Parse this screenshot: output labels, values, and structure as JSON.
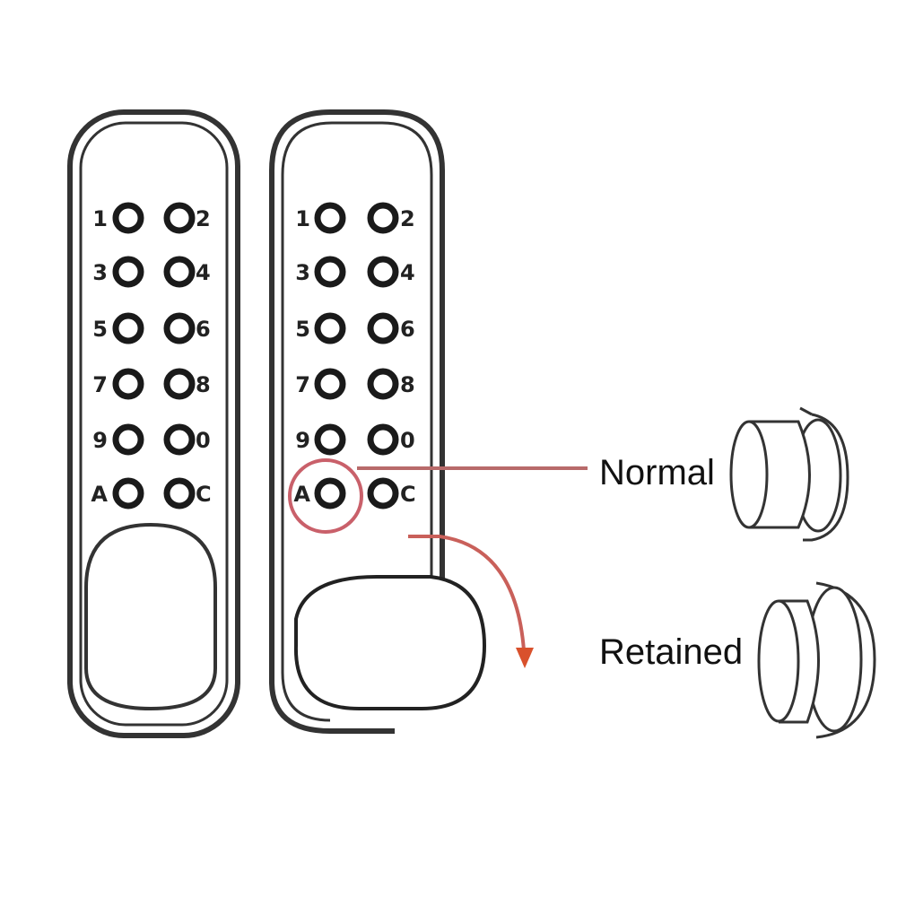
{
  "keypad_rows": [
    {
      "left": "1",
      "right": "2"
    },
    {
      "left": "3",
      "right": "4"
    },
    {
      "left": "5",
      "right": "6"
    },
    {
      "left": "7",
      "right": "8"
    },
    {
      "left": "9",
      "right": "0"
    },
    {
      "left": "A",
      "right": "C"
    }
  ],
  "labels": {
    "normal": "Normal",
    "retained": "Retained"
  },
  "colors": {
    "outline": "#2a2a2a",
    "highlight": "#c9606a",
    "arrow": "#d9512c"
  }
}
